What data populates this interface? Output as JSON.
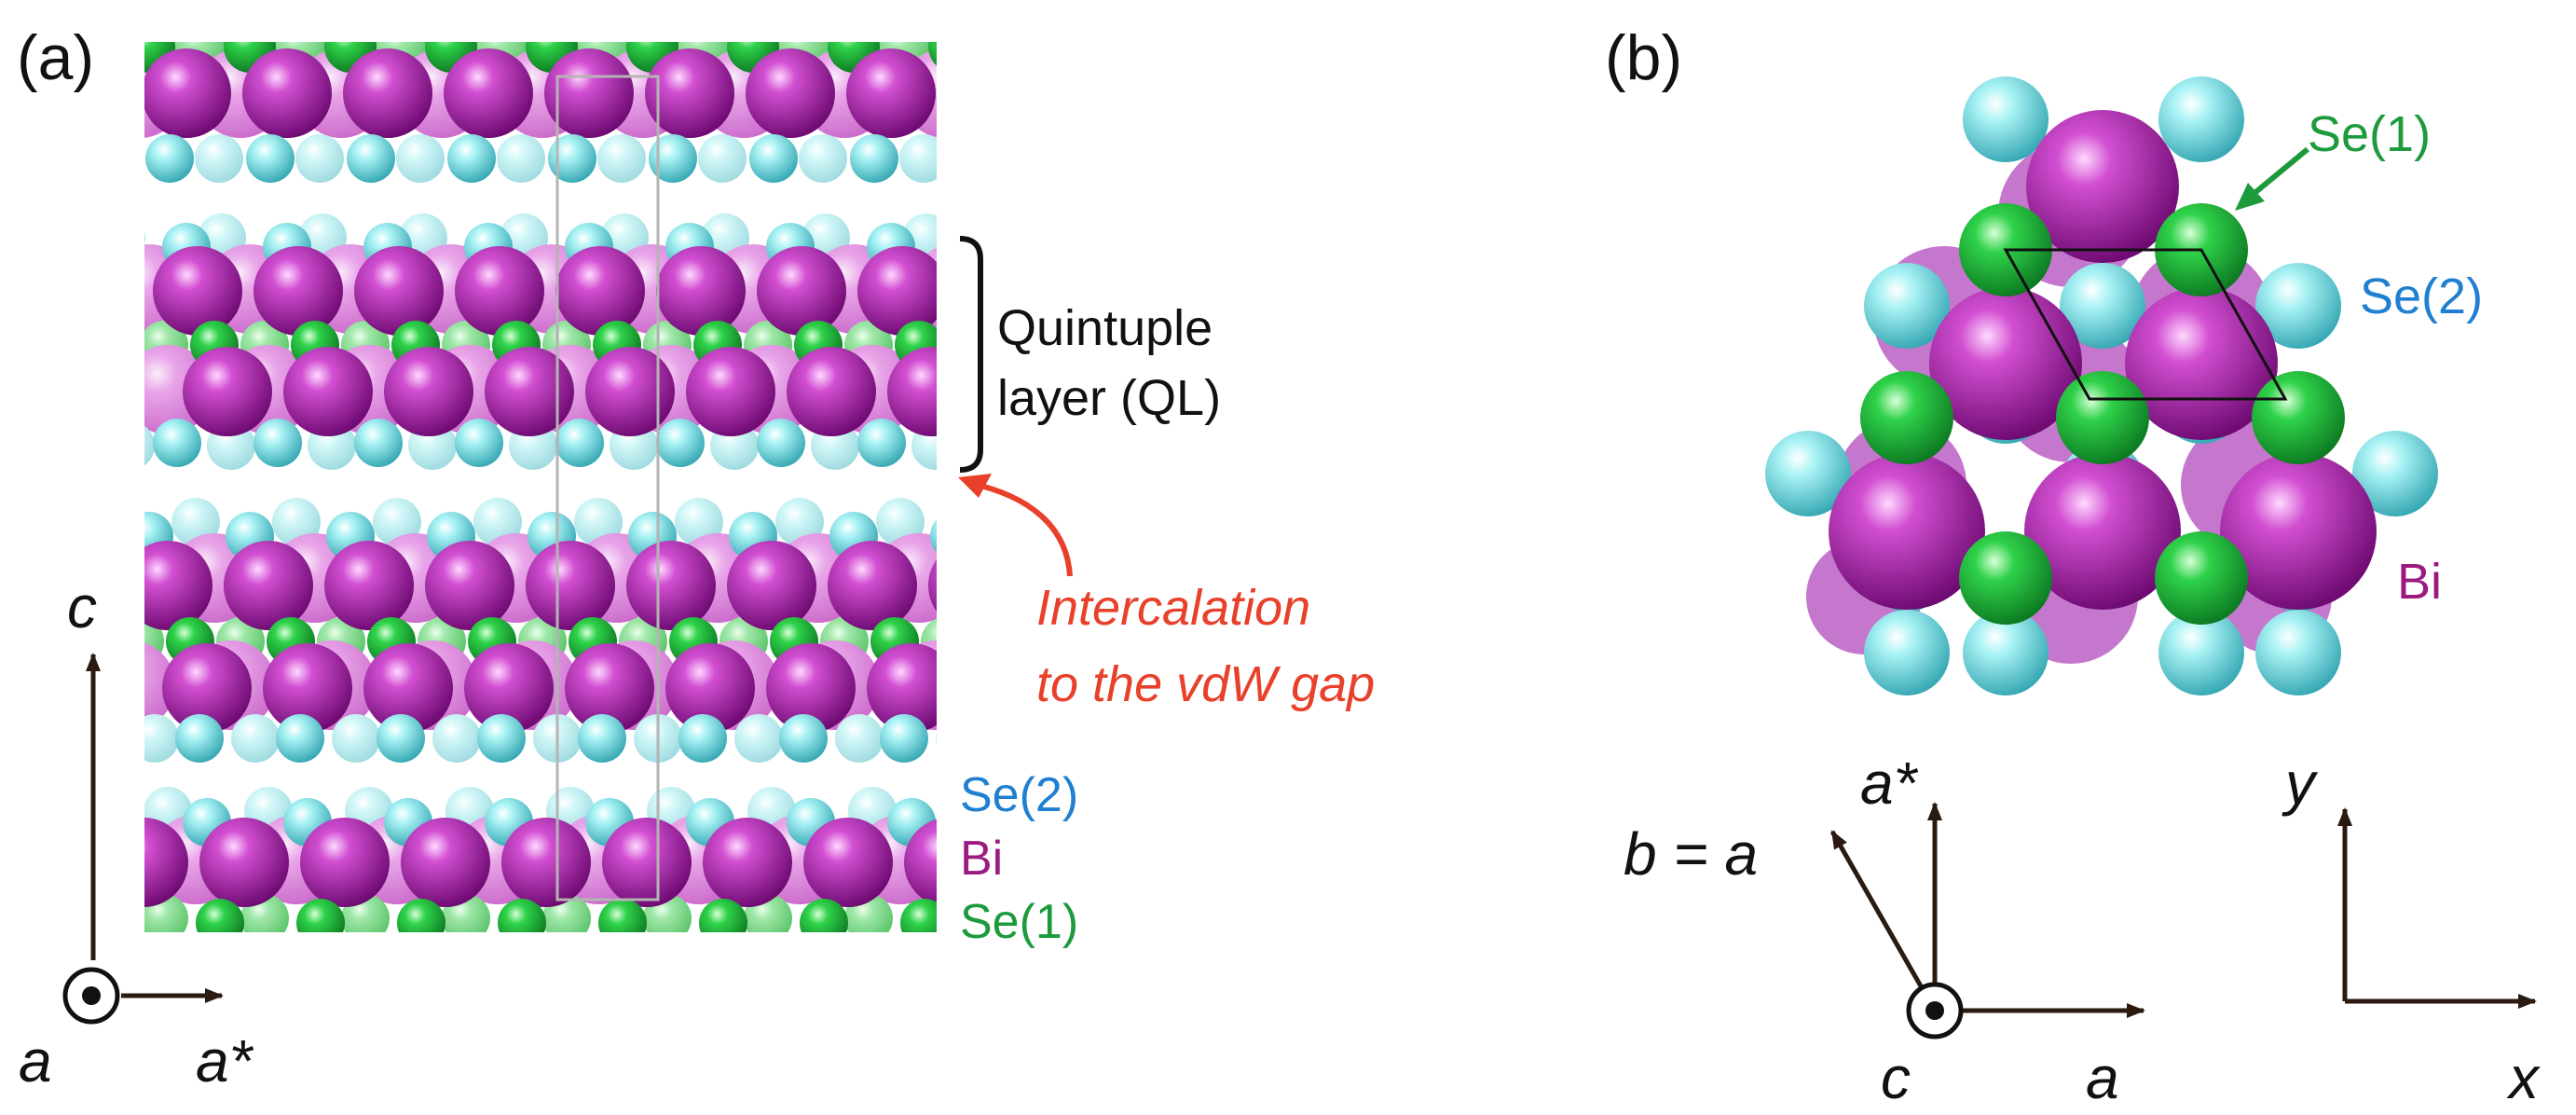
{
  "panel_a": {
    "label": "(a)",
    "bracket_label_line1": "Quintuple",
    "bracket_label_line2": "layer (QL)",
    "annotation_line1": "Intercalation",
    "annotation_line2": "to the vdW gap",
    "legend": [
      {
        "text": "Se(2)",
        "color": "#1f7fd0"
      },
      {
        "text": "Bi",
        "color": "#9b1a7f"
      },
      {
        "text": "Se(1)",
        "color": "#1c9a3c"
      }
    ],
    "axes": {
      "vertical": "c",
      "horizontal": "a*",
      "out_of_plane": "a"
    }
  },
  "panel_b": {
    "label": "(b)",
    "se1_label": "Se(1)",
    "se2_label": "Se(2)",
    "bi_label": "Bi",
    "crystal_axes": {
      "vertical": "a*",
      "diagonal": "b = a",
      "horizontal": "a",
      "out_of_plane": "c"
    },
    "cartesian_axes": {
      "vertical": "y",
      "horizontal": "x"
    }
  },
  "colors": {
    "bi": "#9b1a9b",
    "se1": "#1fbf3a",
    "se2": "#7fe8ec",
    "annotation_red": "#e8402a",
    "se1_arrow": "#1c9a3c",
    "axis": "#2a1a10"
  }
}
